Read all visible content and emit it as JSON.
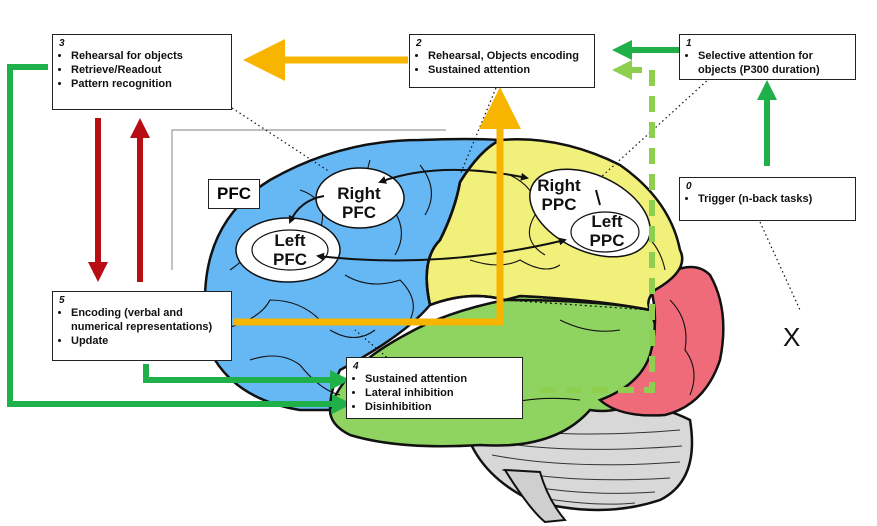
{
  "boxes": {
    "b0": {
      "num": "0",
      "items": [
        "Trigger (n-back tasks)"
      ]
    },
    "b1": {
      "num": "1",
      "items": [
        "Selective attention for objects (P300 duration)"
      ]
    },
    "b2": {
      "num": "2",
      "items": [
        "Rehearsal, Objects encoding",
        "Sustained attention"
      ]
    },
    "b3": {
      "num": "3",
      "items": [
        "Rehearsal for objects",
        "Retrieve/Readout",
        "Pattern recognition"
      ]
    },
    "b4": {
      "num": "4",
      "items": [
        "Sustained attention",
        "Lateral inhibition",
        "Disinhibition"
      ]
    },
    "b5": {
      "num": "5",
      "items": [
        "Encoding (verbal and numerical representations)",
        "Update"
      ]
    }
  },
  "labels": {
    "pfc": "PFC",
    "right_pfc_1": "Right",
    "right_pfc_2": "PFC",
    "left_pfc_1": "Left",
    "left_pfc_2": "PFC",
    "right_ppc_1": "Right",
    "right_ppc_2": "PPC",
    "left_ppc_1": "Left",
    "left_ppc_2": "PPC",
    "x": "X"
  },
  "colors": {
    "frontal": "#66b8f5",
    "parietal": "#f0f07a",
    "temporal": "#8fd460",
    "occipital": "#f06b7a",
    "cerebellum": "#d8d8d8",
    "arrow_yellow": "#f7b500",
    "arrow_green": "#1fb04a",
    "arrow_lightgreen": "#8fcf4f",
    "arrow_red": "#b80d12"
  }
}
